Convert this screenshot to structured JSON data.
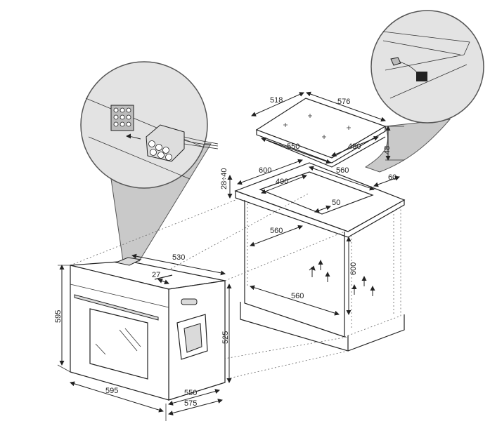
{
  "dimensions": {
    "hob_depth": "518",
    "hob_width": "576",
    "hob_cut_width": "550",
    "hob_cut_depth": "480",
    "hob_height": "48",
    "worktop_thickness": "28÷40",
    "worktop_depth": "600",
    "cutout_depth": "490",
    "cutout_width": "560",
    "rear_gap": "60",
    "front_gap": "50",
    "cabinet_width": "560",
    "cabinet_height": "600",
    "cabinet_inner_width": "560",
    "oven_top_depth": "530",
    "oven_handle_gap": "27",
    "oven_height": "595",
    "oven_width": "595",
    "oven_body_height": "525",
    "oven_body_depth": "550",
    "oven_total_depth": "575"
  },
  "callouts": {
    "oven_connector": "oven electrical connector detail",
    "hob_connector": "hob electrical connector detail"
  }
}
